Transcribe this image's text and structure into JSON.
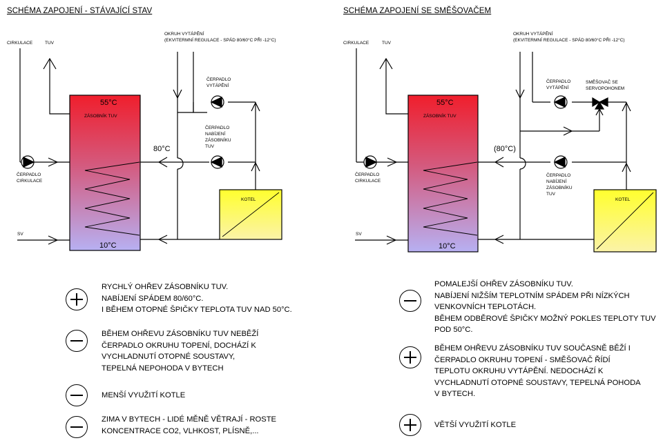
{
  "left": {
    "title": "SCHÉMA ZAPOJENÍ - STÁVAJÍCÍ STAV",
    "labels": {
      "cirkulace": "CIRKULACE",
      "tuv": "TUV",
      "okruh_line1": "OKRUH VYTÁPĚNÍ",
      "okruh_line2": "(EKVITERMNÍ REGULACE - SPÁD 80/60°C PŘI -12°C)",
      "tank_top": "55°C",
      "tank_name": "ZÁSOBNÍK TUV",
      "tank_bottom": "10°C",
      "pump_heating": [
        "ČERPADLO",
        "VYTÁPĚNÍ"
      ],
      "pump_charging": [
        "ČERPADLO",
        "NABÍJENÍ",
        "ZÁSOBNÍKU",
        "TUV"
      ],
      "pump_circ": [
        "ČERPADLO",
        "CIRKULACE"
      ],
      "temp_80": "80°C",
      "sv": "SV",
      "kotel": "KOTEL"
    },
    "notes": [
      {
        "sign": "plus",
        "text": "RYCHLÝ OHŘEV ZÁSOBNÍKU TUV.\nNABÍJENÍ SPÁDEM 80/60°C.\nI BĚHEM OTOPNÉ ŠPIČKY TEPLOTA TUV NAD 50°C."
      },
      {
        "sign": "minus",
        "text": "BĚHEM OHŘEVU ZÁSOBNÍKU TUV NEBĚŽÍ\nČERPADLO OKRUHU TOPENÍ, DOCHÁZÍ K\nVYCHLADNUTÍ OTOPNÉ SOUSTAVY,\nTEPELNÁ NEPOHODA V BYTECH"
      },
      {
        "sign": "minus",
        "text": "MENŠÍ VYUŽITÍ KOTLE"
      },
      {
        "sign": "minus",
        "text": "ZIMA V BYTECH - LIDÉ MĚNĚ VĚTRAJÍ - ROSTE\nKONCENTRACE CO2, VLHKOST, PLÍSNĚ,..."
      }
    ]
  },
  "right": {
    "title": "SCHÉMA ZAPOJENÍ SE SMĚŠOVAČEM",
    "labels": {
      "cirkulace": "CIRKULACE",
      "tuv": "TUV",
      "okruh_line1": "OKRUH VYTÁPĚNÍ",
      "okruh_line2": "(EKVITERMNÍ REGULACE - SPÁD 80/60°C PŘI -12°C)",
      "tank_top": "55°C",
      "tank_name": "ZÁSOBNÍK TUV",
      "tank_bottom": "10°C",
      "pump_heating": [
        "ČERPADLO",
        "VYTÁPĚNÍ"
      ],
      "mixer": [
        "SMĚŠOVAČ SE",
        "SERVOPOHONEM"
      ],
      "pump_charging": [
        "ČERPADLO",
        "NABÍJENÍ",
        "ZÁSOBNÍKU",
        "TUV"
      ],
      "pump_circ": [
        "ČERPADLO",
        "CIRKULACE"
      ],
      "temp_80": "(80°C)",
      "sv": "SV",
      "kotel": "KOTEL"
    },
    "notes": [
      {
        "sign": "minus",
        "text": "POMALEJŠÍ OHŘEV ZÁSOBNÍKU TUV.\nNABÍJENÍ NIŽŠÍM TEPLOTNÍM SPÁDEM PŘI NÍZKÝCH\nVENKOVNÍCH TEPLOTÁCH.\nBĚHEM ODBĚROVÉ ŠPIČKY MOŽNÝ POKLES TEPLOTY TUV\nPOD 50°C."
      },
      {
        "sign": "plus",
        "text": "BĚHEM OHŘEVU ZÁSOBNÍKU TUV SOUČASNĚ BĚŽÍ I\nČERPADLO OKRUHU TOPENÍ - SMĚŠOVAČ ŘÍDÍ\nTEPLOTU OKRUHU VYTÁPĚNÍ. NEDOCHÁZÍ K\nVYCHLADNUTÍ OTOPNÉ SOUSTAVY, TEPELNÁ POHODA\nV BYTECH."
      },
      {
        "sign": "plus",
        "text": "VĚTŠÍ VYUŽITÍ KOTLE"
      }
    ]
  }
}
